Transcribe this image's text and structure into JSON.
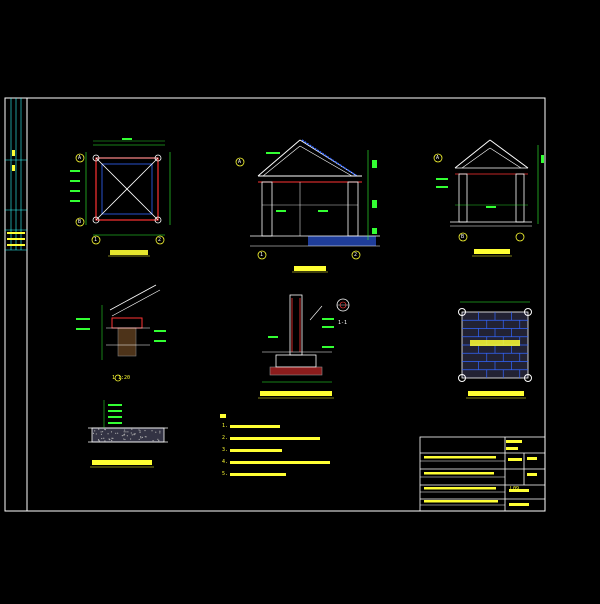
{
  "colors": {
    "background": "#000000",
    "frame": "#ffffff",
    "dim": "#33ff33",
    "label": "#ffff33",
    "red": "#ff3333",
    "cyan": "#33ffff",
    "blue": "#3366ff"
  },
  "views": {
    "plan_top": {
      "title": "",
      "axis_a": "A",
      "axis_b": "B",
      "axis_1": "1",
      "axis_2": "2"
    },
    "section": {
      "title": "",
      "axis_1": "1",
      "axis_2": "2",
      "axis_a": "A"
    },
    "elevation": {
      "title": "",
      "axis_a": "A",
      "axis_b": "B"
    },
    "detail_1": {
      "title": "1 1:20"
    },
    "column_detail": {
      "title": "",
      "sub": "1-1"
    },
    "floor_plan": {
      "title": "",
      "inner": ""
    },
    "foundation": {
      "title": ""
    }
  },
  "notes": {
    "head": "",
    "items": [
      "1.",
      "2.",
      "3.",
      "4.",
      "5."
    ]
  },
  "title_block": {
    "drawing_no": "L09",
    "project_row": "",
    "sheet_label": ""
  },
  "icons": [
    "north-arrow-icon",
    "section-marker-icon",
    "axis-bubble-icon"
  ]
}
